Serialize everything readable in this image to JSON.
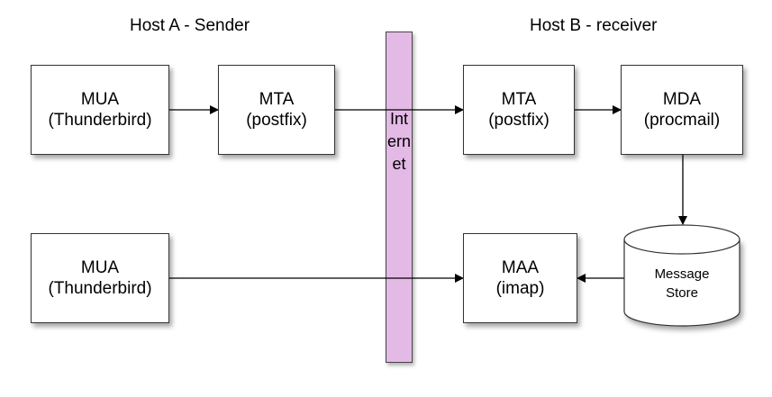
{
  "host_a_title": "Host A - Sender",
  "host_b_title": "Host B - receiver",
  "internet_label": "Internet",
  "boxes": {
    "mua_top": {
      "line1": "MUA",
      "line2": "(Thunderbird)"
    },
    "mta_sender": {
      "line1": "MTA",
      "line2": "(postfix)"
    },
    "mta_receiver": {
      "line1": "MTA",
      "line2": "(postfix)"
    },
    "mda": {
      "line1": "MDA",
      "line2": "(procmail)"
    },
    "mua_bottom": {
      "line1": "MUA",
      "line2": "(Thunderbird)"
    },
    "maa": {
      "line1": "MAA",
      "line2": "(imap)"
    }
  },
  "message_store": {
    "line1": "Message",
    "line2": "Store"
  }
}
